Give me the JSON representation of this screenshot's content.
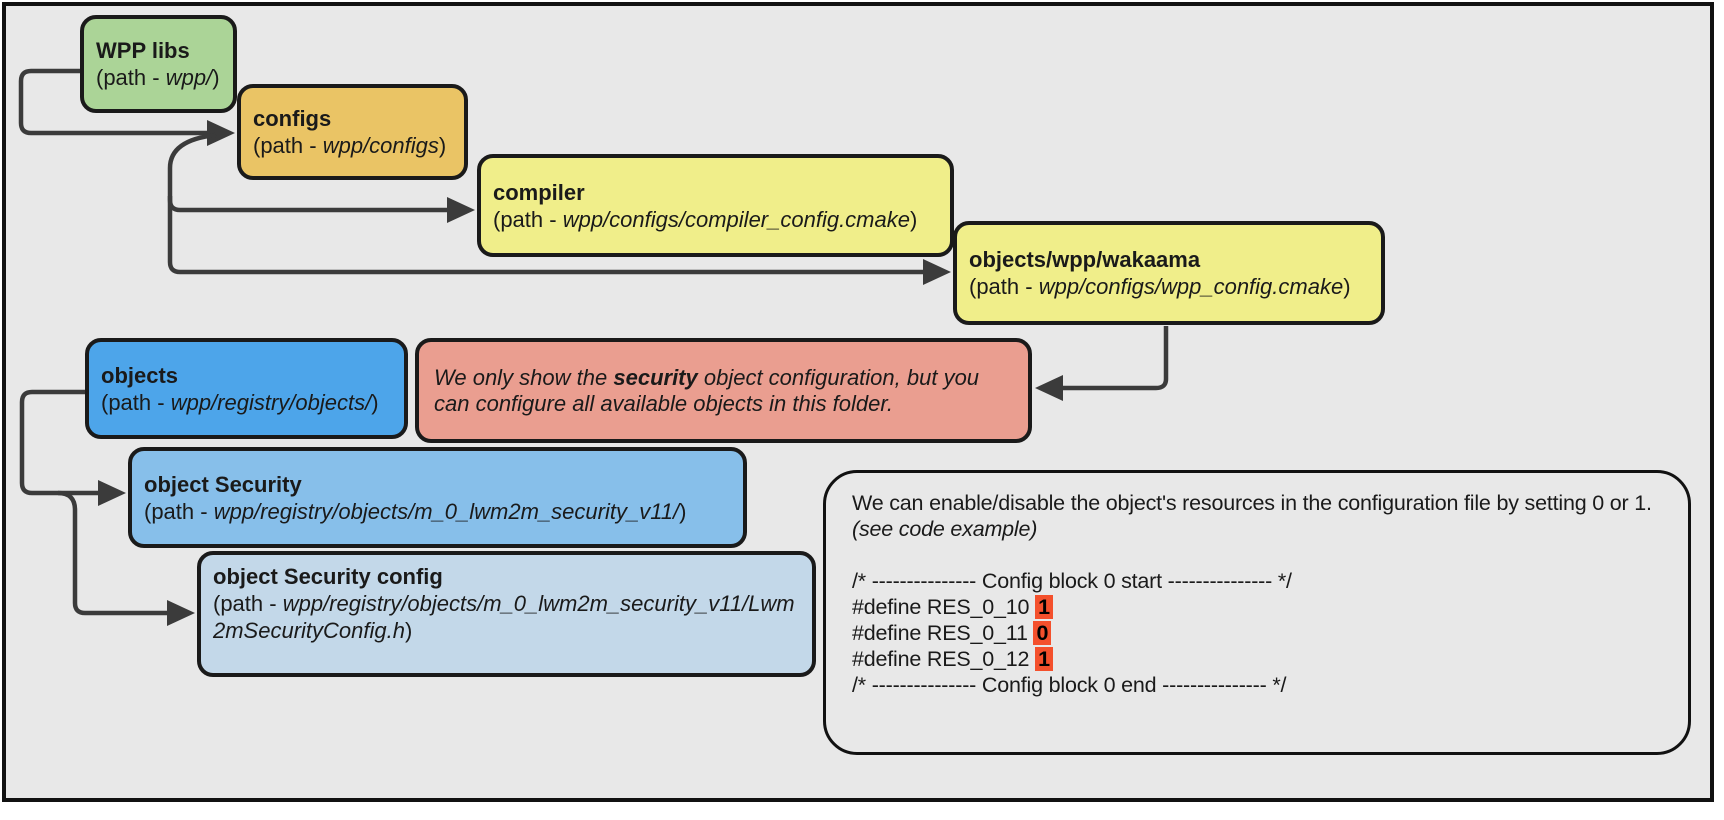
{
  "colors": {
    "canvas_bg": "#e8e8e8",
    "frame_border": "#111111",
    "box_border": "#1a1a1a",
    "connector": "#3b3b3b",
    "green": "#abd497",
    "amber": "#eac465",
    "yellow": "#f0ee8a",
    "blue": "#4da5ea",
    "light_blue": "#87bfea",
    "pale_blue": "#c3d8e9",
    "pink": "#ea9e90",
    "highlight": "#f4502c",
    "text": "#1a1a1a"
  },
  "labels": {
    "path_prefix": "(path - ",
    "path_suffix": ")"
  },
  "nodes": {
    "wpp_libs": {
      "title": "WPP libs",
      "path": "wpp/"
    },
    "configs": {
      "title": "configs",
      "path": "wpp/configs"
    },
    "compiler": {
      "title": "compiler",
      "path": "wpp/configs/compiler_config.cmake"
    },
    "wakaama": {
      "title": "objects/wpp/wakaama",
      "path": "wpp/configs/wpp_config.cmake"
    },
    "objects": {
      "title": "objects",
      "path": "wpp/registry/objects/"
    },
    "object_security": {
      "title": "object Security",
      "path": "wpp/registry/objects/m_0_lwm2m_security_v11/"
    },
    "object_security_config": {
      "title": "object Security config",
      "path": "wpp/registry/objects/m_0_lwm2m_security_v11/Lwm2mSecurityConfig.h"
    }
  },
  "note": {
    "pre": "We only show the ",
    "bold": "security",
    "post": " object configuration, but you can configure all available objects in this folder."
  },
  "code_panel": {
    "intro": "We can enable/disable the object's resources in the configuration file by setting 0 or 1. ",
    "intro_note": "(see code example)",
    "line_start": "/* --------------- Config block 0 start --------------- */",
    "line_end": "/* --------------- Config block 0 end --------------- */",
    "defines": [
      {
        "code": "#define RES_0_10 ",
        "value": "1"
      },
      {
        "code": "#define RES_0_11 ",
        "value": "0"
      },
      {
        "code": "#define RES_0_12 ",
        "value": "1"
      }
    ]
  }
}
